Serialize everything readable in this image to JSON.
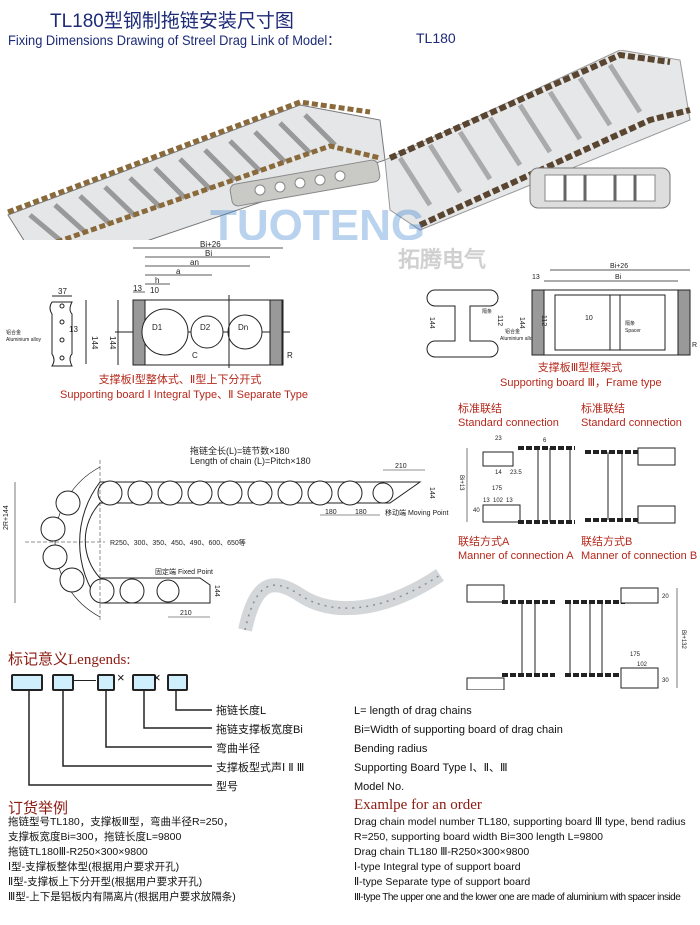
{
  "header": {
    "title_cn": "TL180型钢制拖链安装尺寸图",
    "title_en": "Fixing Dimensions Drawing of Streel Drag Link of Model：",
    "model": "TL180"
  },
  "watermark": {
    "brand": "TUOTENG",
    "brand_cn": "拓腾电气"
  },
  "board_types": {
    "type12": {
      "caption_cn": "支撑板Ⅰ型整体式、Ⅱ型上下分开式",
      "caption_en": "Supporting board Ⅰ Integral Type、Ⅱ Separate Type",
      "dims": {
        "bi26": "Bi+26",
        "bi": "Bi",
        "an": "an",
        "a": "a",
        "h": "h",
        "d13": "13",
        "d10": "10",
        "w37": "37",
        "h144": "144",
        "h144b": "144",
        "hole13": "13",
        "d1": "D1",
        "d2": "D2",
        "dn": "Dn",
        "c": "C",
        "r": "R",
        "alloy_cn": "铝合金",
        "alloy_en": "Aluminium alloy"
      }
    },
    "type3": {
      "caption_cn": "支撑板Ⅲ型框架式",
      "caption_en": "Supporting board Ⅲ，Frame type",
      "dims": {
        "bi26": "Bi+26",
        "bi": "Bi",
        "d13": "13",
        "h144": "144",
        "h144b": "144",
        "h112": "112",
        "h112b": "112",
        "d10": "10",
        "spacer_cn": "隔条",
        "spacer_en": "Spacer",
        "alloy_cn": "铝合金",
        "alloy_en": "Aluminium alloy",
        "r": "R"
      }
    }
  },
  "chain_layout": {
    "length_cn": "拖链全长(L)=链节数×180",
    "length_en": "Length of chain (L)=Pitch×180",
    "height_label": "2R+144",
    "radius_options": "R250、300、350、450、490、600、650等",
    "fixed_point": "固定端 Fixed Point",
    "moving_point": "移动端 Moving Point",
    "d210_top": "210",
    "d210_bottom": "210",
    "d144_top": "144",
    "d144_bottom": "144",
    "pitch1": "180",
    "pitch2": "180"
  },
  "connections": {
    "standard_cn_1": "标准联结",
    "standard_en_1": "Standard connection",
    "standard_cn_2": "标准联结",
    "standard_en_2": "Standard connection",
    "a_cn": "联结方式A",
    "a_en": "Manner of connection A",
    "b_cn": "联结方式B",
    "b_en": "Manner of connection B",
    "dims": {
      "bi13": "Bi+13",
      "bi132": "Bi+132",
      "d175": "175",
      "d13": "13",
      "d102": "102",
      "d13b": "13",
      "d40": "40",
      "d23": "23",
      "d14": "14",
      "d235": "23.5",
      "d6": "6",
      "d20": "20",
      "d175b": "175",
      "d102b": "102",
      "d30": "30"
    }
  },
  "legend": {
    "heading": "标记意义Lengends:",
    "items_cn": [
      "拖链长度L",
      "拖链支撑板宽度Bi",
      "弯曲半径",
      "支撑板型式声Ⅰ Ⅱ Ⅲ",
      "型号"
    ],
    "items_en": [
      "L= length of drag chains",
      "Bi=Width of supporting board of drag chain",
      "Bending radius",
      "Supporting Board Type Ⅰ、Ⅱ、Ⅲ",
      "Model No."
    ]
  },
  "order": {
    "heading_cn": "订货举例",
    "heading_en": "Examlpe for an order",
    "lines_cn": [
      "拖链型号TL180，支撑板Ⅲ型，弯曲半径R=250，",
      "支撑板宽度Bi=300，拖链长度L=9800",
      "拖链TL180Ⅲ-R250×300×9800",
      "Ⅰ型-支撑板整体型(根据用户要求开孔)",
      "Ⅱ型-支撑板上下分开型(根据用户要求开孔)",
      "Ⅲ型-上下是铝板内有隔离片(根据用户要求放隔条)"
    ],
    "lines_en": [
      "Drag chain model number TL180, supporting board Ⅲ type, bend radius",
      "R=250, supporting board width Bi=300 length L=9800",
      "Drag chain TL180 Ⅲ-R250×300×9800",
      "Ⅰ-type Integral type of support board",
      "Ⅱ-type Separate type of support board",
      "Ⅲ-type The upper one and the lower one are made of aluminium with spacer inside"
    ]
  }
}
